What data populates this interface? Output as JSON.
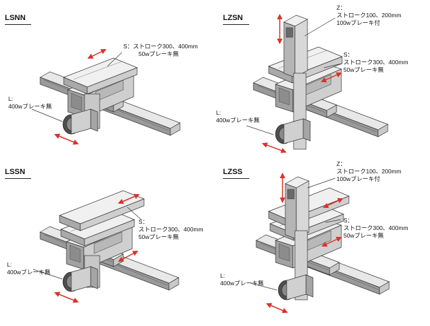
{
  "panels": [
    {
      "title": "LSNN",
      "labels": [
        {
          "lines": [
            "S：ストローク300、400mm",
            "50wブレーキ無"
          ]
        },
        {
          "lines": [
            "L:",
            "400wブレーキ無"
          ]
        }
      ]
    },
    {
      "title": "LZSN",
      "labels": [
        {
          "lines": [
            "Z：",
            "ストローク100、200mm",
            "100wブレーキ付"
          ]
        },
        {
          "lines": [
            "S：",
            "ストローク300、400mm",
            "50wブレーキ無"
          ]
        },
        {
          "lines": [
            "L:",
            "400wブレーキ無"
          ]
        }
      ]
    },
    {
      "title": "LSSN",
      "labels": [
        {
          "lines": [
            "S：",
            "ストローク300、400mm",
            "50wブレーキ無"
          ]
        },
        {
          "lines": [
            "L:",
            "400wブレーキ無"
          ]
        }
      ]
    },
    {
      "title": "LZSS",
      "labels": [
        {
          "lines": [
            "Z：",
            "ストローク100、200mm",
            "100wブレーキ付"
          ]
        },
        {
          "lines": [
            "S：",
            "ストローク300、400mm",
            "50wブレーキ無"
          ]
        },
        {
          "lines": [
            "L:",
            "400wブレーキ無"
          ]
        }
      ]
    }
  ],
  "colors": {
    "arrow": "#d9342b",
    "machine_light": "#e6e6e6",
    "machine_mid": "#bdbdbd",
    "machine_dark": "#6e6e6e",
    "line": "#333333"
  }
}
